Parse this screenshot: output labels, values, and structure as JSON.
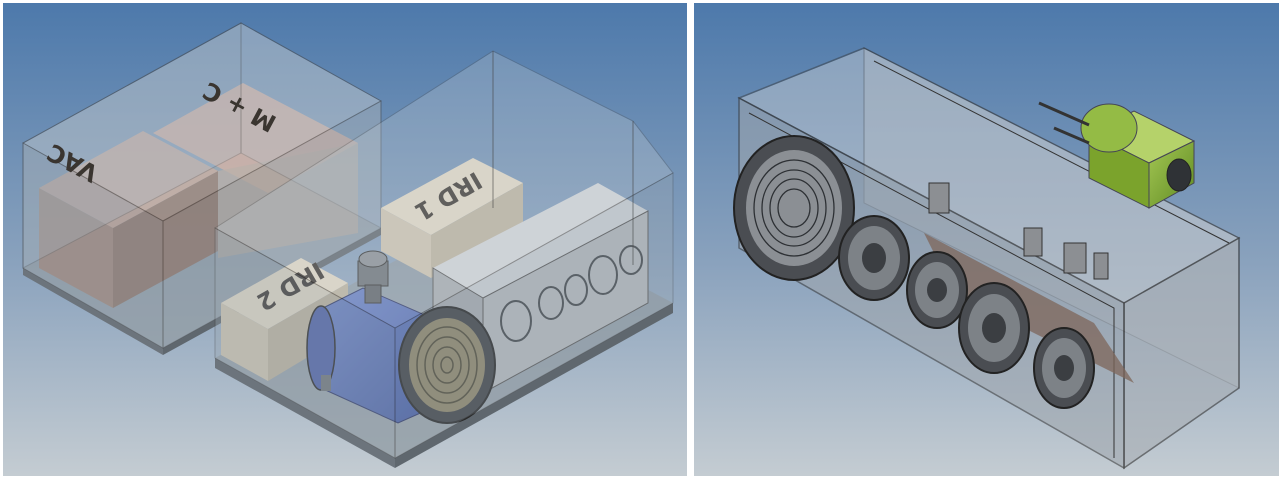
{
  "panels": [
    {
      "id": "left",
      "labels": {
        "vac": "VAC",
        "mc": "M + C",
        "ird1": "IRD 1",
        "ird2": "IRD 2"
      }
    },
    {
      "id": "right",
      "labels": {}
    }
  ],
  "colors": {
    "background_top": "#4d79ab",
    "background_bottom": "#c4ccd2",
    "enclosure_glass": "#9aa6b0",
    "block_tan": "#ddd2bf",
    "block_brown": "#a08274",
    "pump_blue": "#5670b8",
    "flange_green": "#86ad3a"
  }
}
